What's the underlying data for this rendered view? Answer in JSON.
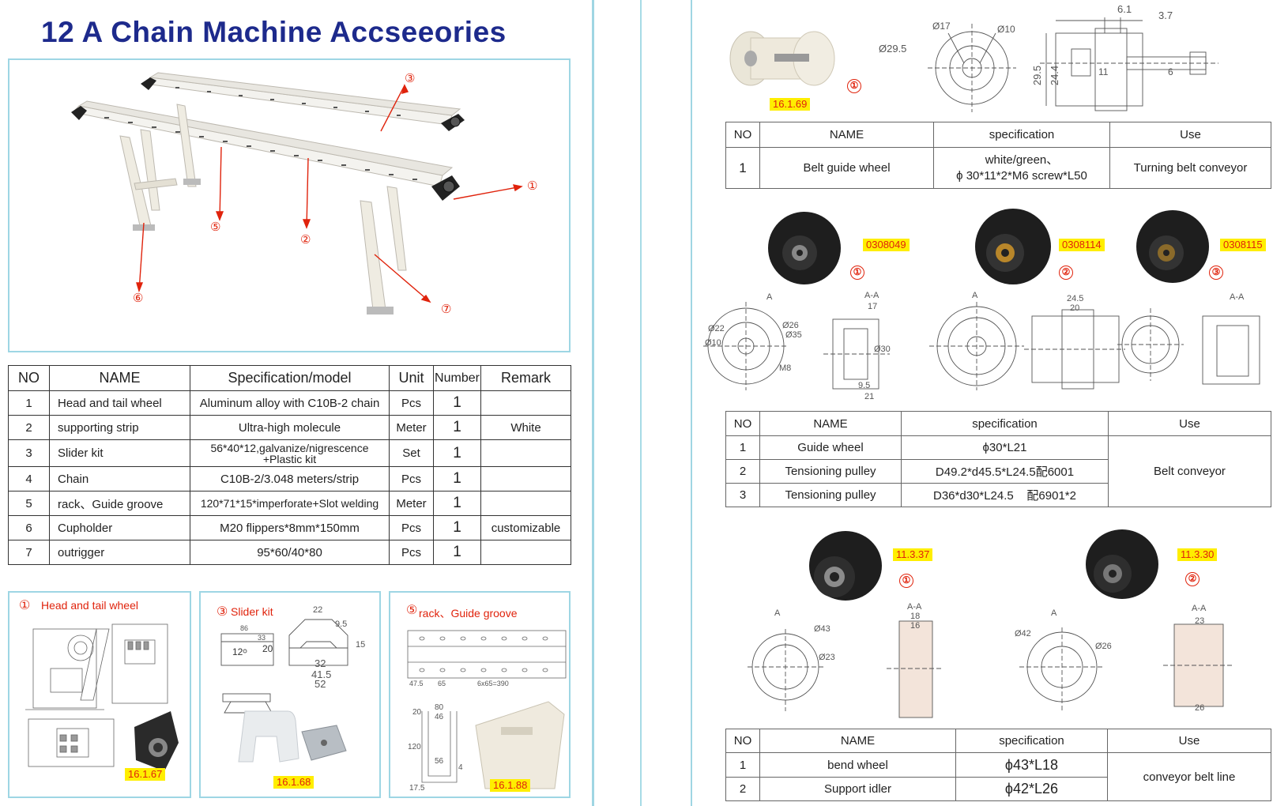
{
  "left": {
    "title": "12 A  Chain Machine Accseeories",
    "callouts": [
      "①",
      "②",
      "③",
      "⑤",
      "⑥",
      "⑦"
    ],
    "table": {
      "headers": [
        "NO",
        "NAME",
        "Specification/model",
        "Unit",
        "Number",
        "Remark"
      ],
      "rows": [
        {
          "no": "1",
          "name": "Head and tail wheel",
          "spec": "Aluminum alloy with C10B-2 chain",
          "unit": "Pcs",
          "number": "1",
          "remark": ""
        },
        {
          "no": "2",
          "name": "supporting strip",
          "spec": "Ultra-high molecule",
          "unit": "Meter",
          "number": "1",
          "remark": "White"
        },
        {
          "no": "3",
          "name": "Slider kit",
          "spec": "56*40*12,galvanize/nigrescence +Plastic kit",
          "unit": "Set",
          "number": "1",
          "remark": ""
        },
        {
          "no": "4",
          "name": "Chain",
          "spec": "C10B-2/3.048 meters/strip",
          "unit": "Pcs",
          "number": "1",
          "remark": ""
        },
        {
          "no": "5",
          "name": "rack、Guide groove",
          "spec": "120*71*15*imperforate+Slot welding",
          "unit": "Meter",
          "number": "1",
          "remark": ""
        },
        {
          "no": "6",
          "name": "Cupholder",
          "spec": "M20 flippers*8mm*150mm",
          "unit": "Pcs",
          "number": "1",
          "remark": "customizable"
        },
        {
          "no": "7",
          "name": "outrigger",
          "spec": "95*60/40*80",
          "unit": "Pcs",
          "number": "1",
          "remark": ""
        }
      ]
    },
    "panels": [
      {
        "num": "①",
        "label": "Head and tail wheel",
        "code": "16.1.67"
      },
      {
        "num": "③",
        "label": "Slider kit",
        "code": "16.1.68"
      },
      {
        "num": "⑤",
        "label": "rack、Guide groove",
        "code": "16.1.88"
      }
    ],
    "dims": {
      "slider": [
        "22",
        "86",
        "33",
        "12",
        "20",
        "32",
        "41.5",
        "52",
        "15",
        "9.5"
      ],
      "rack": [
        "80",
        "46",
        "56",
        "20",
        "120",
        "17.5",
        "4",
        "6x65=390",
        "47.5",
        "65"
      ]
    }
  },
  "right": {
    "section1": {
      "code": "16.1.69",
      "num": "①",
      "dims": [
        "6.1",
        "3.7",
        "Ø17",
        "Ø10",
        "Ø29.5",
        "29.5",
        "24.4",
        "11",
        "6"
      ],
      "headers": [
        "NO",
        "NAME",
        "specification",
        "Use"
      ],
      "rows": [
        {
          "no": "1",
          "name": "Belt guide wheel",
          "spec1": "white/green、",
          "spec2": "ϕ 30*11*2*M6 screw*L50",
          "use": "Turning belt conveyor"
        }
      ]
    },
    "section2": {
      "products": [
        {
          "code": "0308049",
          "num": "①"
        },
        {
          "code": "0308114",
          "num": "②"
        },
        {
          "code": "0308115",
          "num": "③"
        }
      ],
      "dims": [
        "A",
        "A-A",
        "17",
        "21",
        "9.5",
        "Ø22",
        "Ø10",
        "Ø26",
        "Ø35",
        "M8",
        "24.5",
        "20",
        "Ø30"
      ],
      "headers": [
        "NO",
        "NAME",
        "specification",
        "Use"
      ],
      "rows": [
        {
          "no": "1",
          "name": "Guide wheel",
          "spec": "ϕ30*L21"
        },
        {
          "no": "2",
          "name": "Tensioning pulley",
          "spec": "D49.2*d45.5*L24.5配6001"
        },
        {
          "no": "3",
          "name": "Tensioning pulley",
          "spec": "D36*d30*L24.5    配6901*2"
        }
      ],
      "use": "Belt conveyor"
    },
    "section3": {
      "products": [
        {
          "code": "11.3.37",
          "num": "①"
        },
        {
          "code": "11.3.30",
          "num": "②"
        }
      ],
      "dims": [
        "A",
        "A-A",
        "18",
        "16",
        "23",
        "26",
        "Ø43",
        "Ø42",
        "Ø26",
        "Ø23"
      ],
      "headers": [
        "NO",
        "NAME",
        "specification",
        "Use"
      ],
      "rows": [
        {
          "no": "1",
          "name": "bend wheel",
          "spec": "ϕ43*L18"
        },
        {
          "no": "2",
          "name": "Support idler",
          "spec": "ϕ42*L26"
        }
      ],
      "use": "conveyor belt line"
    }
  }
}
